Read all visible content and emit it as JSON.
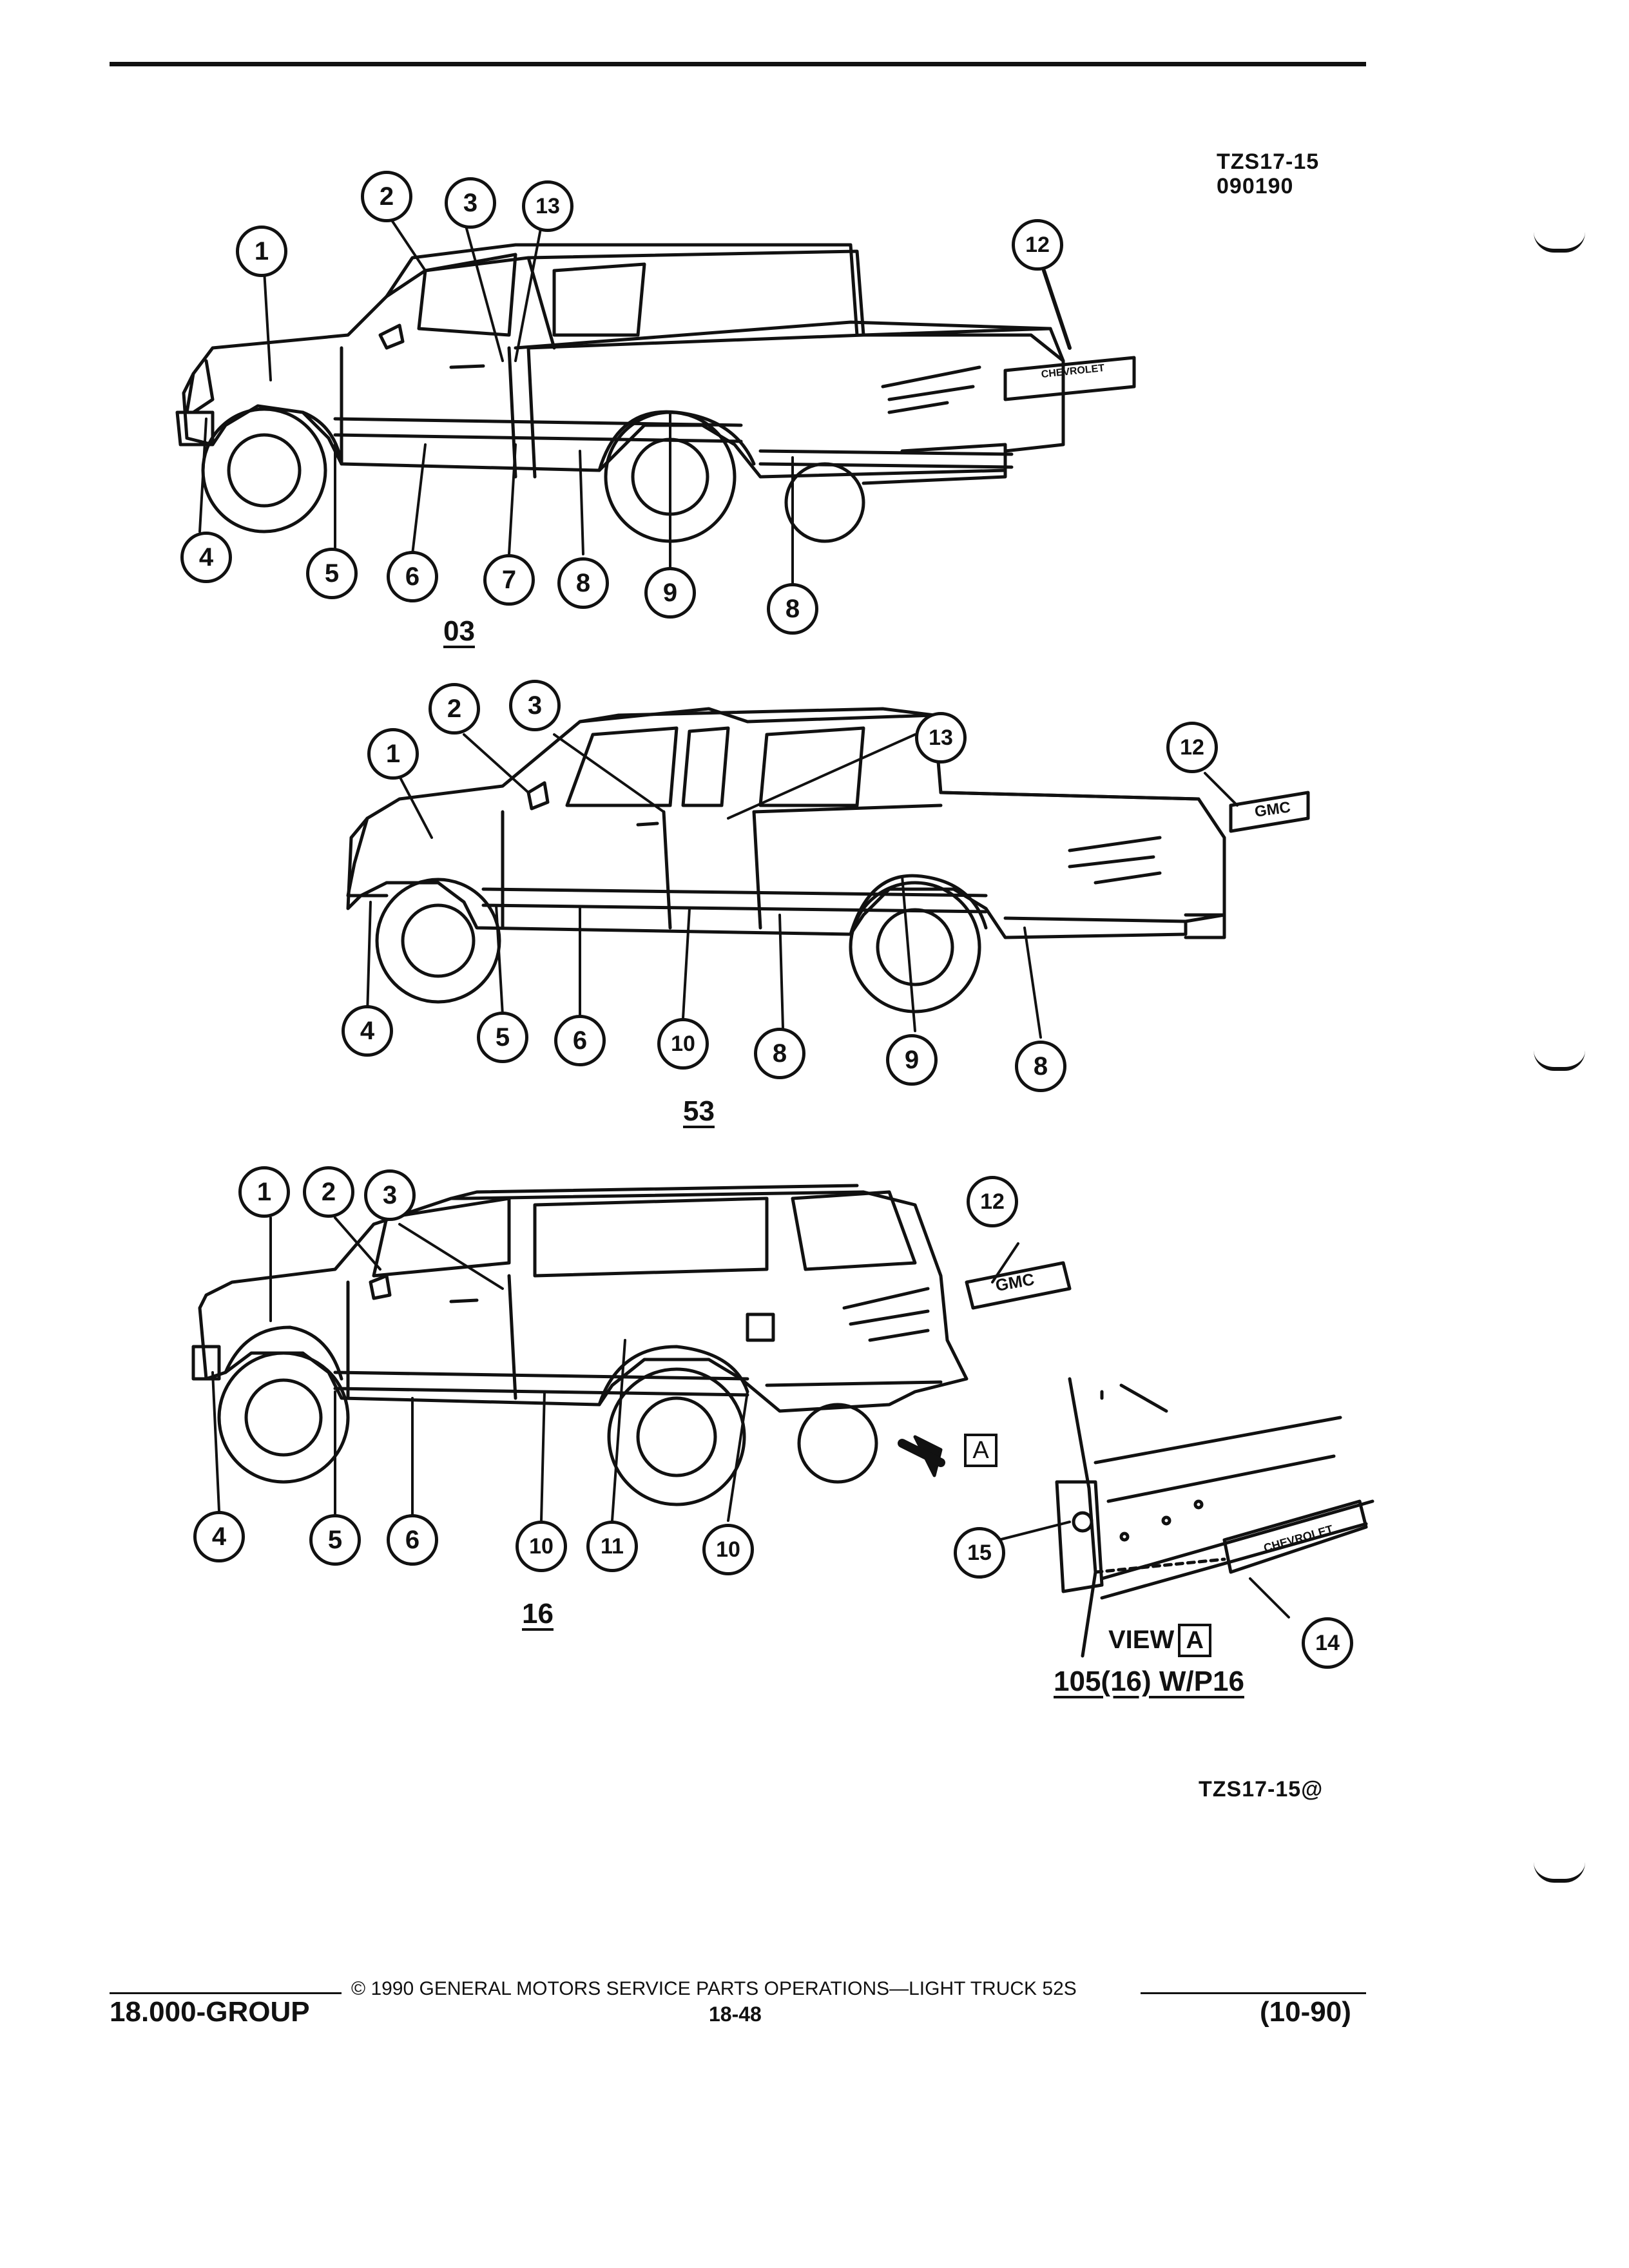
{
  "header": {
    "ref_code": "TZS17-15",
    "ref_date": "090190"
  },
  "views": [
    {
      "id": "pickup",
      "label": "03",
      "callouts": [
        "1",
        "2",
        "3",
        "13",
        "12",
        "4",
        "5",
        "6",
        "7",
        "8",
        "9",
        "8"
      ],
      "emblem": "CHEVROLET"
    },
    {
      "id": "extended-cab",
      "label": "53",
      "callouts": [
        "2",
        "3",
        "13",
        "12",
        "1",
        "4",
        "5",
        "6",
        "10",
        "8",
        "9",
        "8"
      ],
      "emblem": "GMC"
    },
    {
      "id": "blazer",
      "label": "16",
      "callouts": [
        "1",
        "2",
        "3",
        "12",
        "4",
        "5",
        "6",
        "10",
        "11",
        "10"
      ],
      "emblem": "GMC"
    }
  ],
  "detail": {
    "view_title": "VIEW",
    "view_letter": "A",
    "arrow_letter": "A",
    "caption": "105(16) W/P16",
    "callouts": [
      "15",
      "14"
    ],
    "emblem": "CHEVROLET"
  },
  "figure_id": "TZS17-15@",
  "footer": {
    "copyright": "© 1990  GENERAL MOTORS SERVICE PARTS OPERATIONS—LIGHT TRUCK 52S",
    "group": "18.000-GROUP",
    "page": "18-48",
    "date": "(10-90)"
  }
}
